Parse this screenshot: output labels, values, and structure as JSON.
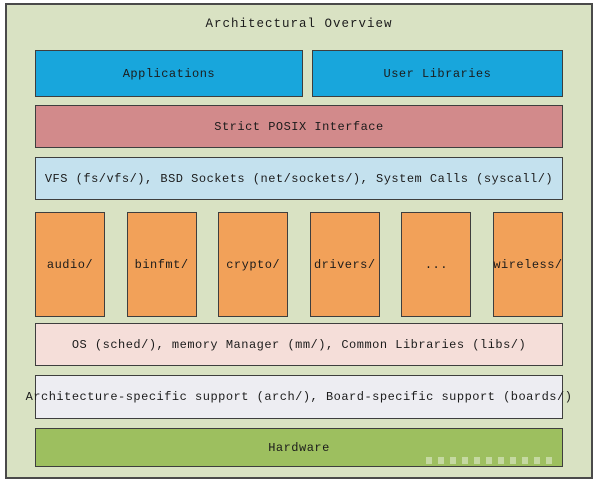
{
  "title": "Architectural Overview",
  "layers": {
    "user": {
      "applications": "Applications",
      "user_libraries": "User Libraries"
    },
    "posix_interface": "Strict POSIX Interface",
    "vfs_layer": "VFS (fs/vfs/), BSD Sockets (net/sockets/), System Calls (syscall/)",
    "modules": [
      "audio/",
      "binfmt/",
      "crypto/",
      "drivers/",
      "...",
      "wireless/"
    ],
    "os_layer": "OS (sched/), memory Manager (mm/), Common Libraries (libs/)",
    "arch_layer": "Architecture-specific support (arch/), Board-specific support (boards/)",
    "hardware": "Hardware"
  },
  "colors": {
    "canvas_background": "#d9e2c3",
    "frame_border": "#4a4a4a",
    "box_border": "#3e3e3e",
    "user_layer_fill": "#18a6dc",
    "posix_layer_fill": "#d28a8b",
    "vfs_layer_fill": "#c4e1ee",
    "module_box_fill": "#f2a159",
    "os_layer_fill": "#f5ded9",
    "arch_layer_fill": "#ededf2",
    "hardware_layer_fill": "#9dbf5f",
    "text": "#1b1b1b"
  }
}
